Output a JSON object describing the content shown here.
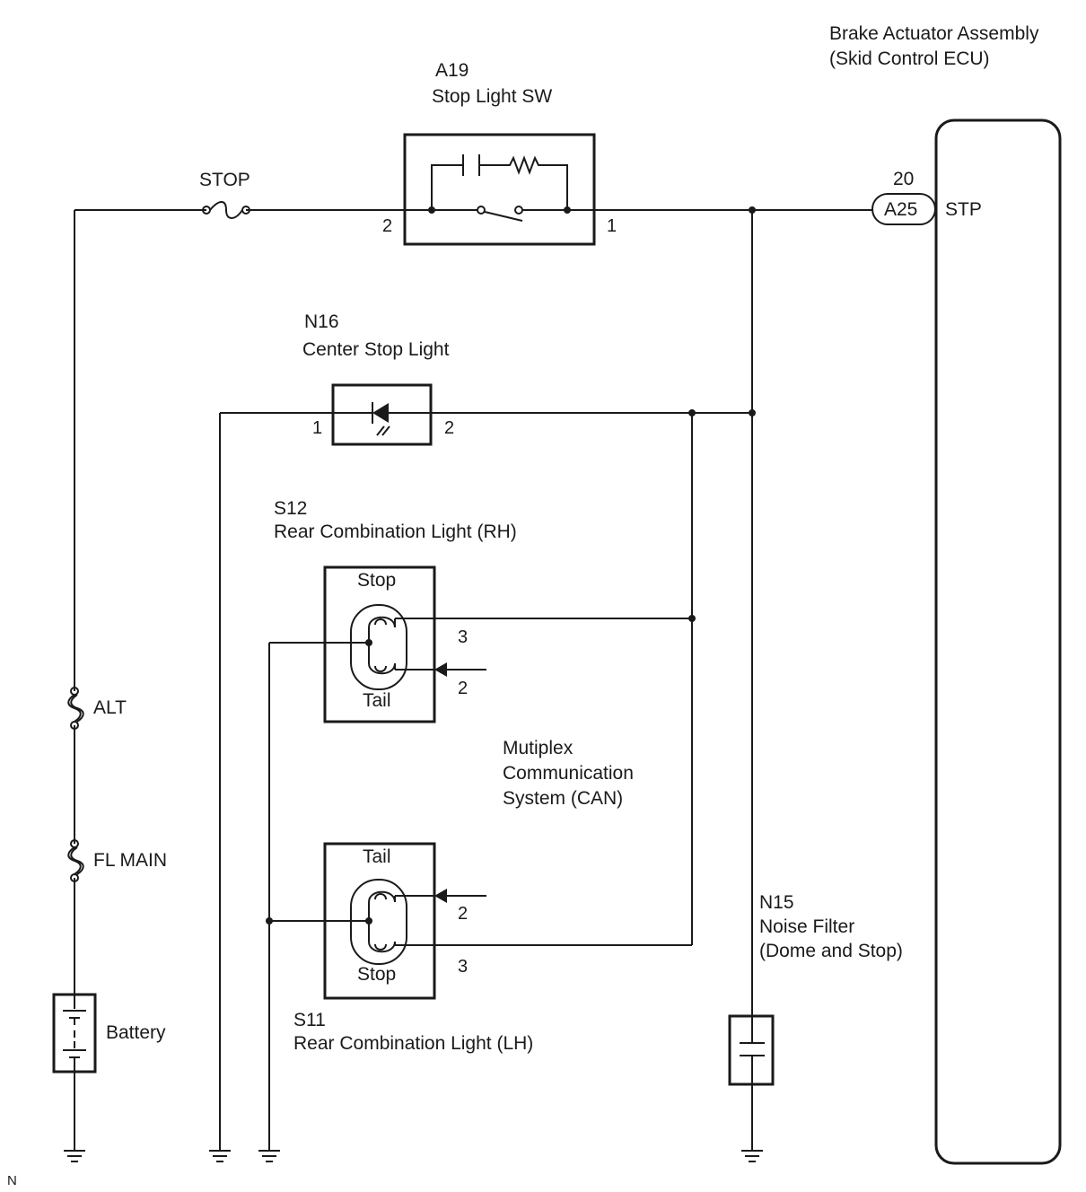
{
  "components": {
    "ecu": {
      "title1": "Brake Actuator Assembly",
      "title2": "(Skid Control ECU)",
      "pin_number": "20",
      "connector": "A25",
      "terminal": "STP"
    },
    "stop_switch": {
      "code": "A19",
      "name": "Stop Light SW",
      "pin_left": "2",
      "pin_right": "1"
    },
    "stop_fuse": {
      "name": "STOP"
    },
    "center_stop_light": {
      "code": "N16",
      "name": "Center Stop Light",
      "pin_left": "1",
      "pin_right": "2"
    },
    "rear_rh": {
      "code": "S12",
      "name": "Rear Combination Light (RH)",
      "bulb_top": "Stop",
      "bulb_bottom": "Tail",
      "pin_stop": "3",
      "pin_tail": "2"
    },
    "rear_lh": {
      "code": "S11",
      "name": "Rear Combination Light (LH)",
      "bulb_top": "Tail",
      "bulb_bottom": "Stop",
      "pin_tail": "2",
      "pin_stop": "3"
    },
    "multiplex": {
      "line1": "Mutiplex",
      "line2": "Communication",
      "line3": "System (CAN)"
    },
    "noise_filter": {
      "code": "N15",
      "name": "Noise Filter",
      "sub": "(Dome and Stop)"
    },
    "alt_fuse": {
      "name": "ALT"
    },
    "fl_main_fuse": {
      "name": "FL MAIN"
    },
    "battery": {
      "name": "Battery"
    }
  },
  "corner_mark": "N"
}
